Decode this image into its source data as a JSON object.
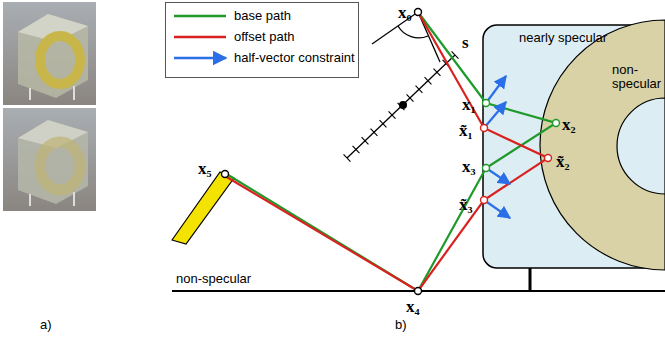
{
  "diagram": {
    "nodes": [
      {
        "text": [
          "nearly specular"
        ]
      },
      {
        "text": [
          "non-specular"
        ],
        "in": 0
      }
    ],
    "labels": [
      "x₀",
      "s",
      "x₁",
      "x̃₁",
      "x₂",
      "x̃₂",
      "x₃",
      "x̃₃",
      "x₄",
      "x₅",
      "non-specular",
      "a)",
      "b)"
    ],
    "legend": [
      {
        "text": "base path"
      },
      {
        "text": "offset path"
      },
      {
        "text": "half-vector constraint"
      }
    ]
  }
}
